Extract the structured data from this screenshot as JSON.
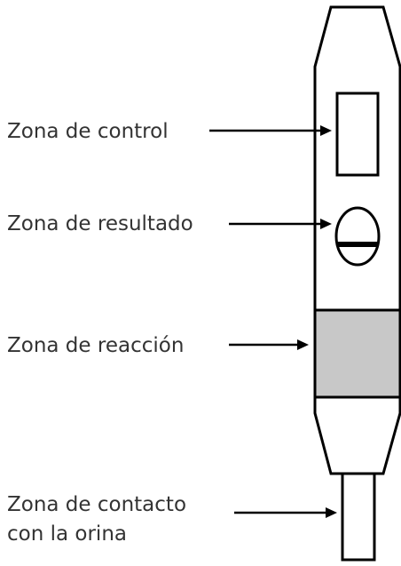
{
  "labels": {
    "control": "Zona de control",
    "result": "Zona de resultado",
    "reaction": "Zona de reacción",
    "contact_line1": "Zona de contacto",
    "contact_line2": "con la orina"
  },
  "colors": {
    "stroke": "#000000",
    "reaction_fill": "#c8c8c8",
    "text": "#333333",
    "background": "#ffffff"
  }
}
